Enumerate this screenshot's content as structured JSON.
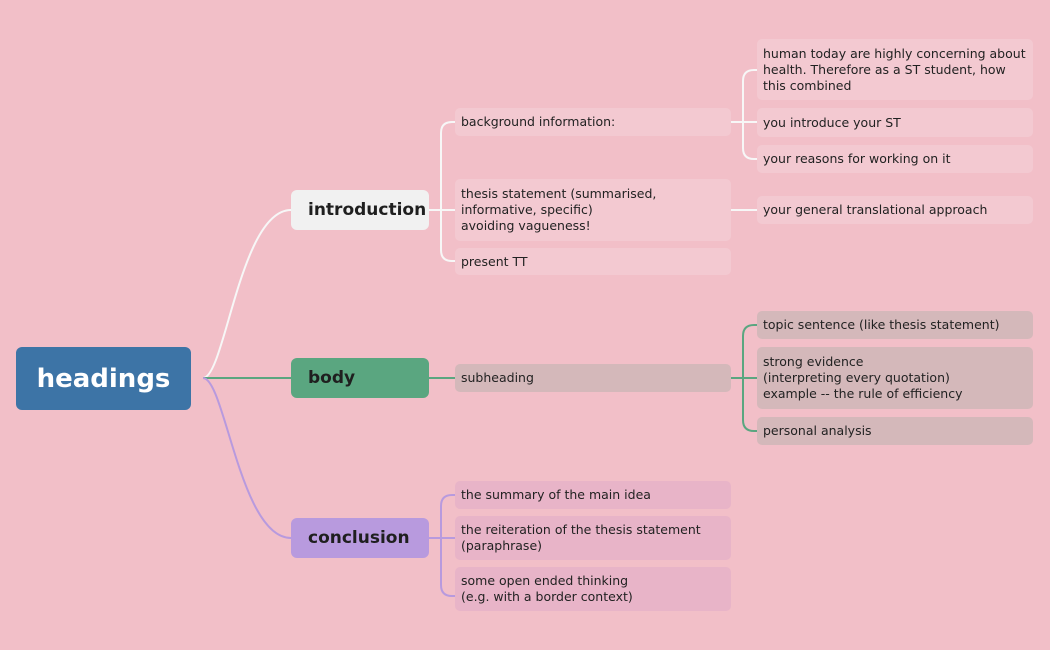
{
  "root": {
    "label": "headings",
    "color": "#3d74a6"
  },
  "branches": {
    "introduction": {
      "label": "introduction",
      "color": "#f1f1f1",
      "topics": [
        {
          "label": "background information:",
          "subtopics": [
            "human today are highly concerning about health. Therefore as a ST student, how this combined",
            "you introduce your ST",
            "your reasons for working on it"
          ]
        },
        {
          "label": "thesis statement (summarised, informative, specific)\navoiding vagueness!",
          "subtopics": [
            "your general translational approach"
          ]
        },
        {
          "label": "present TT",
          "subtopics": []
        }
      ]
    },
    "body": {
      "label": "body",
      "color": "#5aa680",
      "topics": [
        {
          "label": "subheading",
          "subtopics": [
            "topic sentence (like thesis statement)",
            "strong evidence\n(interpreting every quotation)\nexample -- the rule of efficiency",
            "personal analysis"
          ]
        }
      ]
    },
    "conclusion": {
      "label": "conclusion",
      "color": "#b89ade",
      "topics": [
        {
          "label": "the summary of the main idea",
          "subtopics": []
        },
        {
          "label": "the reiteration of the thesis statement\n(paraphrase)",
          "subtopics": []
        },
        {
          "label": "some open ended thinking\n(e.g. with a border context)",
          "subtopics": []
        }
      ]
    }
  },
  "colors": {
    "background": "#f2bfc8",
    "link_intro": "#f7f7f7",
    "link_body": "#5aa680",
    "link_conclusion": "#b89ade"
  }
}
